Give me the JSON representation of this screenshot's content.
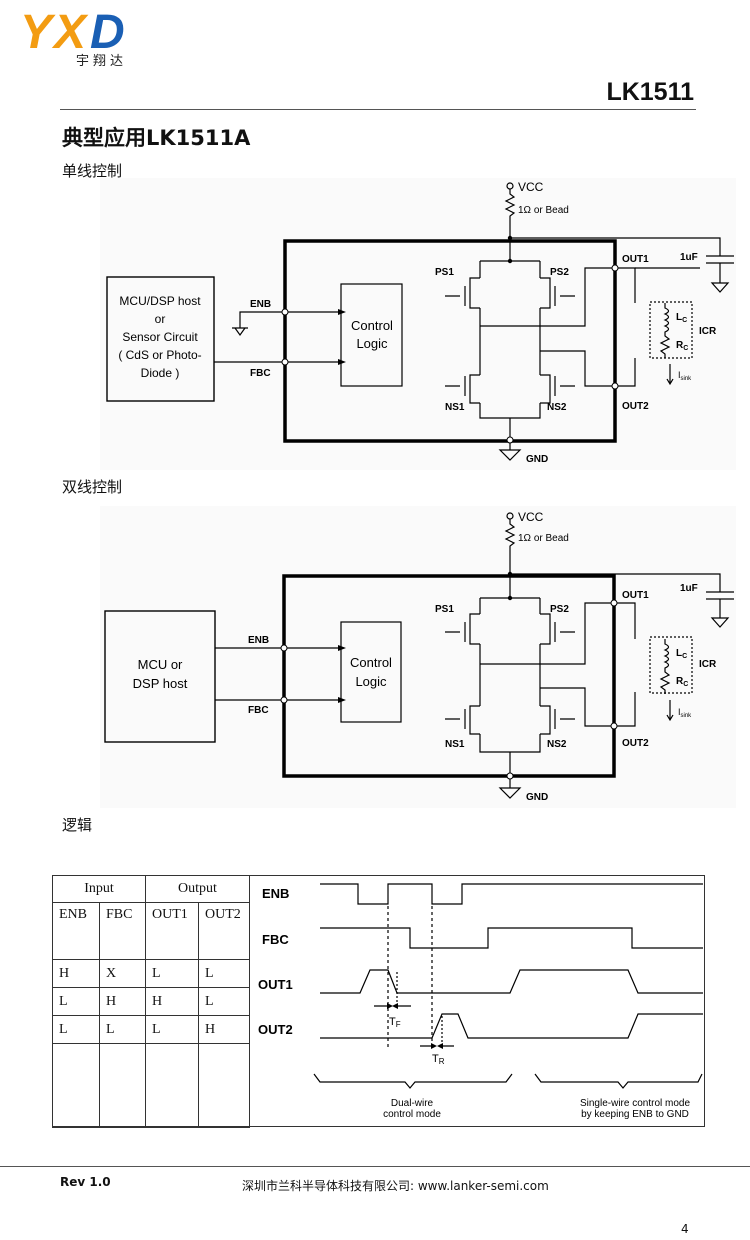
{
  "logo": {
    "mark": "YXD",
    "subtitle": "宇翔达"
  },
  "header": {
    "part_number": "LK1511"
  },
  "title": "典型应用LK1511A",
  "sections": {
    "single_wire": "单线控制",
    "dual_wire": "双线控制",
    "logic": "逻辑"
  },
  "diagram1": {
    "vcc": "VCC",
    "resistor": "1Ω or Bead",
    "host": [
      "MCU/DSP host",
      "or",
      "Sensor Circuit",
      "( CdS or Photo-",
      "Diode )"
    ],
    "enb": "ENB",
    "fbc": "FBC",
    "control": [
      "Control",
      "Logic"
    ],
    "ps1": "PS1",
    "ps2": "PS2",
    "ns1": "NS1",
    "ns2": "NS2",
    "out1": "OUT1",
    "out2": "OUT2",
    "cap": "1uF",
    "lc": "L",
    "lc_sub": "C",
    "rc": "R",
    "rc_sub": "C",
    "icr": "ICR",
    "isink": "I",
    "isink_sub": "sink",
    "gnd": "GND"
  },
  "diagram2": {
    "vcc": "VCC",
    "resistor": "1Ω or Bead",
    "host": [
      "MCU or",
      "DSP host"
    ],
    "enb": "ENB",
    "fbc": "FBC",
    "control": [
      "Control",
      "Logic"
    ],
    "ps1": "PS1",
    "ps2": "PS2",
    "ns1": "NS1",
    "ns2": "NS2",
    "out1": "OUT1",
    "out2": "OUT2",
    "cap": "1uF",
    "lc": "L",
    "lc_sub": "C",
    "rc": "R",
    "rc_sub": "C",
    "icr": "ICR",
    "isink": "I",
    "isink_sub": "sink",
    "gnd": "GND"
  },
  "logic_table": {
    "input_header": "Input",
    "output_header": "Output",
    "columns": [
      "ENB",
      "FBC",
      "OUT1",
      "OUT2"
    ],
    "rows": [
      [
        "H",
        "X",
        "L",
        "L"
      ],
      [
        "L",
        "H",
        "H",
        "L"
      ],
      [
        "L",
        "L",
        "L",
        "H"
      ]
    ]
  },
  "timing": {
    "signals": [
      "ENB",
      "FBC",
      "OUT1",
      "OUT2"
    ],
    "tf": "T",
    "tf_sub": "F",
    "tr": "T",
    "tr_sub": "R",
    "dual_mode": [
      "Dual-wire",
      "control mode"
    ],
    "single_mode": [
      "Single-wire control mode",
      "by keeping ENB to GND"
    ]
  },
  "footer": {
    "rev": "Rev 1.0",
    "company": "深圳市兰科半导体科技有限公司: www.lanker-semi.com",
    "page": "4"
  },
  "colors": {
    "logo_blue": "#1a5fb4",
    "logo_orange": "#f39c12"
  }
}
